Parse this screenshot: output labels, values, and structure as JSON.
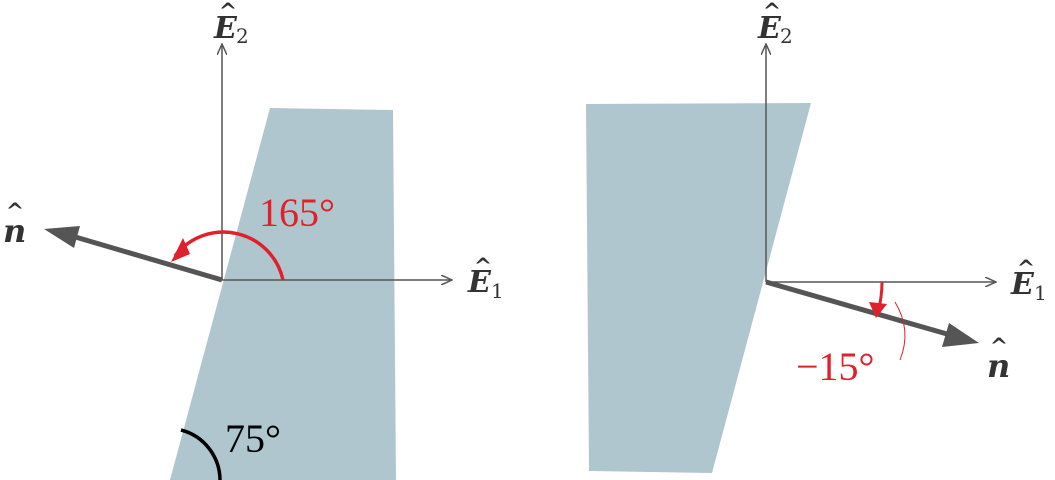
{
  "colors": {
    "plate": "#b0c6ce",
    "axis": "#555555",
    "normal": "#555555",
    "angle_red": "#e0202a",
    "angle_black": "#000000",
    "label": "#333333"
  },
  "left_panel": {
    "axis_e2": {
      "base": "E",
      "sub": "2",
      "hat": "^"
    },
    "axis_e1": {
      "base": "E",
      "sub": "1",
      "hat": "^"
    },
    "normal_label": {
      "base": "n",
      "hat": "^"
    },
    "angle_normal": "165°",
    "angle_plate": "75°"
  },
  "right_panel": {
    "axis_e2": {
      "base": "E",
      "sub": "2",
      "hat": "^"
    },
    "axis_e1": {
      "base": "E",
      "sub": "1",
      "hat": "^"
    },
    "normal_label": {
      "base": "n",
      "hat": "^"
    },
    "angle_normal": "−15°"
  }
}
